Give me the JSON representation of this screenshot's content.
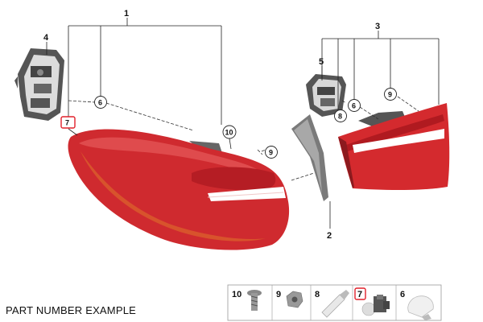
{
  "callouts": {
    "c1": "1",
    "c2": "2",
    "c3": "3",
    "c4": "4",
    "c5": "5",
    "c6a": "6",
    "c6b": "6",
    "c7": "7",
    "c8": "8",
    "c9a": "9",
    "c9b": "9",
    "c10": "10"
  },
  "legend": {
    "tiles": [
      "10",
      "9",
      "8",
      "7",
      "6"
    ],
    "highlighted": "7"
  },
  "caption": "PART NUMBER EXAMPLE",
  "colors": {
    "lens_red": "#d42a2e",
    "lens_dark": "#a81c22",
    "highlight": "#e0202a",
    "housing_grey": "#3a3a3a"
  }
}
